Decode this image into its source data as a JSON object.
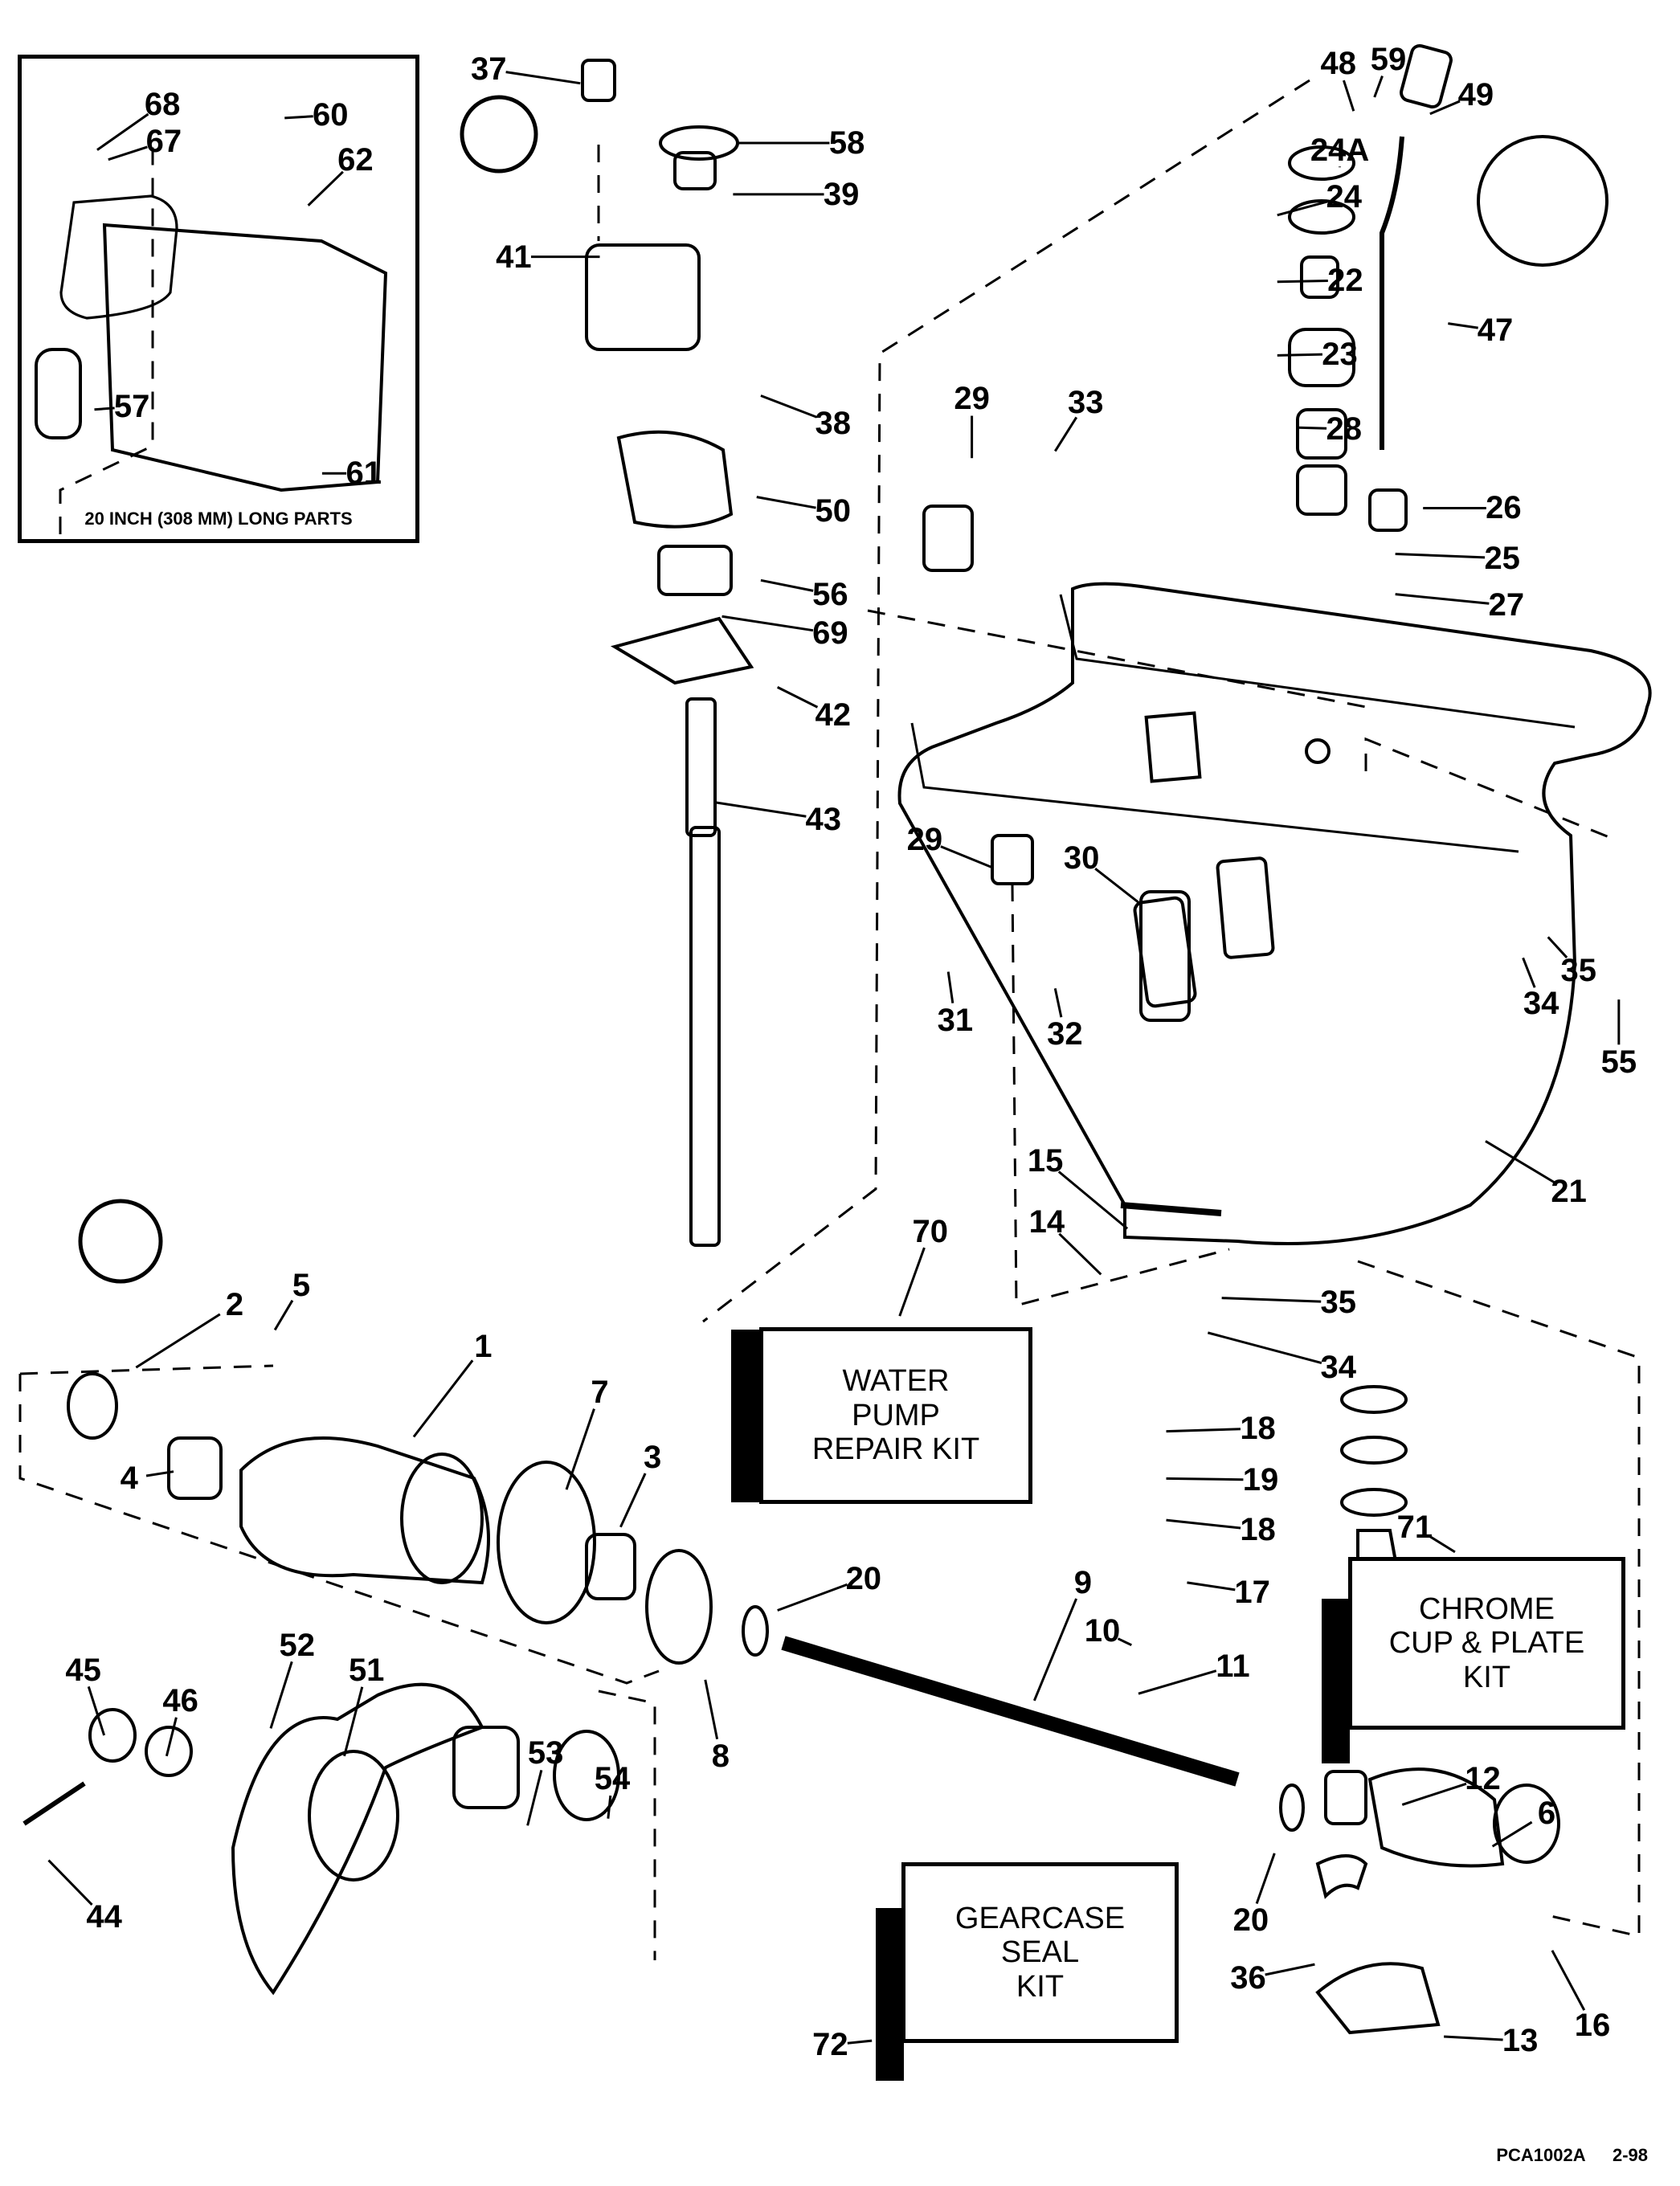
{
  "title": "Gearcase exploded parts diagram",
  "inset": {
    "caption": "20 INCH (308 MM) LONG PARTS",
    "callouts": [
      "68",
      "67",
      "60",
      "62",
      "57",
      "61"
    ]
  },
  "callouts": [
    "37",
    "58",
    "39",
    "41",
    "38",
    "50",
    "56",
    "69",
    "42",
    "43",
    "48",
    "59",
    "49",
    "24A",
    "24",
    "22",
    "23",
    "28",
    "47",
    "26",
    "25",
    "27",
    "29",
    "33",
    "29b",
    "30",
    "31",
    "32",
    "34",
    "35",
    "55",
    "21",
    "15",
    "14",
    "35b",
    "34b",
    "70",
    "71",
    "72",
    "2",
    "5",
    "1",
    "7",
    "3",
    "4",
    "20",
    "8",
    "9",
    "10",
    "11",
    "18",
    "19",
    "18b",
    "17",
    "45",
    "46",
    "52",
    "51",
    "53",
    "54",
    "44",
    "12",
    "6",
    "20b",
    "36",
    "16",
    "13"
  ],
  "labels": {
    "37": "37",
    "58": "58",
    "39": "39",
    "41": "41",
    "38": "38",
    "50": "50",
    "56": "56",
    "69": "69",
    "42": "42",
    "43": "43",
    "48": "48",
    "59": "59",
    "49": "49",
    "24A": "24A",
    "24": "24",
    "22": "22",
    "23": "23",
    "28": "28",
    "47": "47",
    "26": "26",
    "25": "25",
    "27": "27",
    "29": "29",
    "33": "33",
    "29b": "29",
    "30": "30",
    "31": "31",
    "32": "32",
    "34": "34",
    "35": "35",
    "55": "55",
    "21": "21",
    "15": "15",
    "14": "14",
    "35b": "35",
    "34b": "34",
    "70": "70",
    "71": "71",
    "72": "72",
    "2": "2",
    "5": "5",
    "1": "1",
    "7": "7",
    "3": "3",
    "4": "4",
    "20": "20",
    "8": "8",
    "9": "9",
    "10": "10",
    "11": "11",
    "18": "18",
    "19": "19",
    "18b": "18",
    "17": "17",
    "45": "45",
    "46": "46",
    "52": "52",
    "51": "51",
    "53": "53",
    "54": "54",
    "44": "44",
    "12": "12",
    "6": "6",
    "20b": "20",
    "36": "36",
    "16": "16",
    "13": "13",
    "68": "68",
    "67": "67",
    "60": "60",
    "62": "62",
    "57": "57",
    "61": "61"
  },
  "kits": {
    "water_pump": [
      "WATER",
      "PUMP",
      "REPAIR KIT"
    ],
    "chrome_cup": [
      "CHROME",
      "CUP & PLATE",
      "KIT"
    ],
    "gearcase_seal": [
      "GEARCASE",
      "SEAL",
      "KIT"
    ]
  },
  "footer": {
    "code": "PCA1002A",
    "date": "2-98"
  }
}
